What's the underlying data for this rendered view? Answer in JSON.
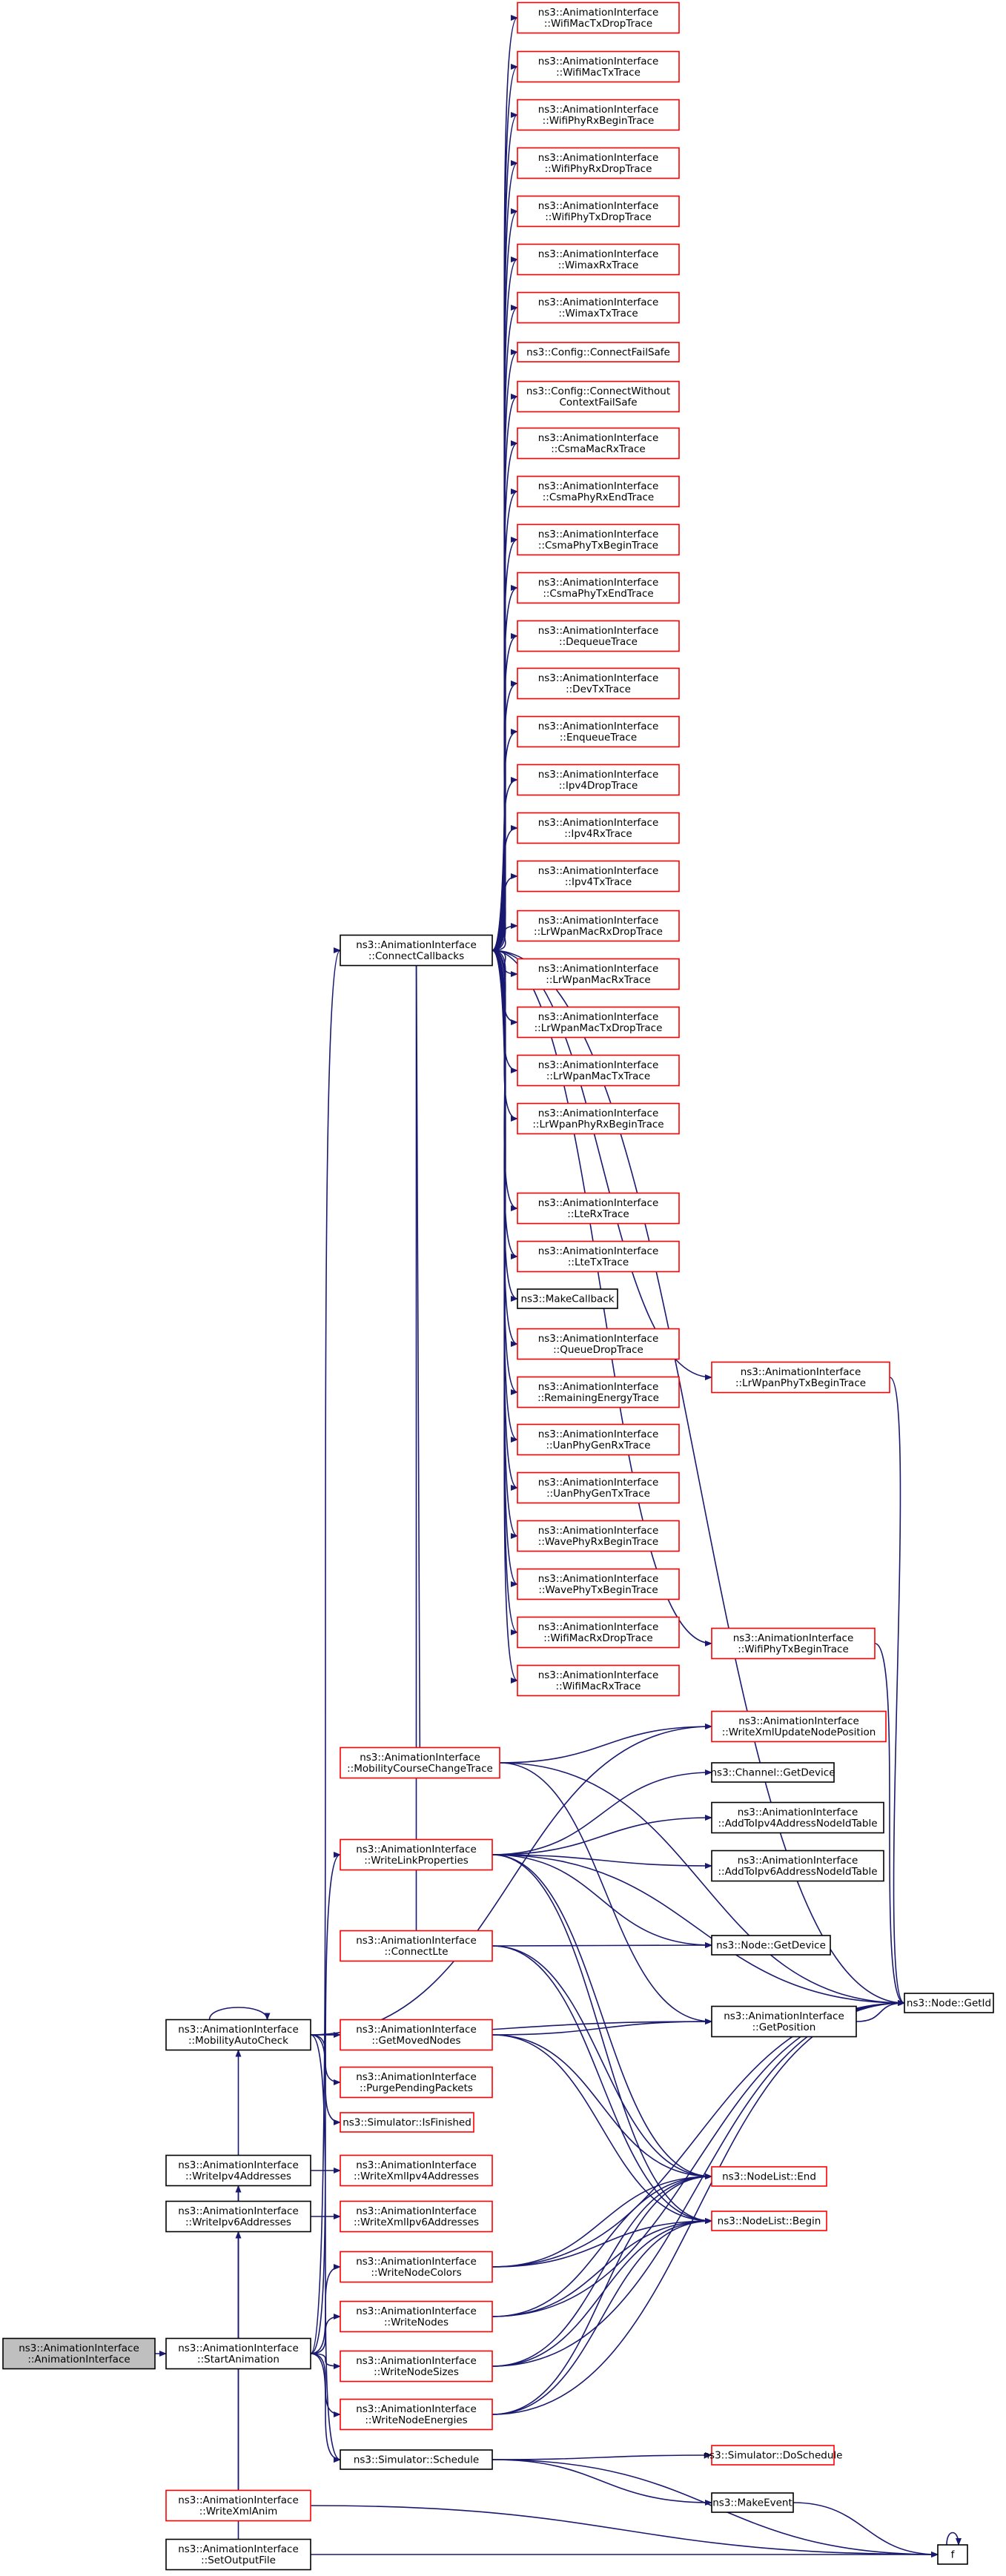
{
  "colors": {
    "edge": "#191970",
    "root_fill": "#bfbfbf",
    "border_red": "#ff0000",
    "border_black": "#000000",
    "node_fill": "#ffffff"
  },
  "diagram": {
    "type": "call-graph",
    "root": "root",
    "nodes": [
      {
        "id": "root",
        "lines": [
          "ns3::AnimationInterface",
          "::AnimationInterface"
        ],
        "style": "root"
      },
      {
        "id": "start",
        "lines": [
          "ns3::AnimationInterface",
          "::StartAnimation"
        ],
        "style": "black"
      },
      {
        "id": "cc",
        "lines": [
          "ns3::AnimationInterface",
          "::ConnectCallbacks"
        ],
        "style": "black"
      },
      {
        "id": "t_wifimactxdrop",
        "lines": [
          "ns3::AnimationInterface",
          "::WifiMacTxDropTrace"
        ],
        "style": "red"
      },
      {
        "id": "t_wifimactx",
        "lines": [
          "ns3::AnimationInterface",
          "::WifiMacTxTrace"
        ],
        "style": "red"
      },
      {
        "id": "t_wifiphyrxbegin",
        "lines": [
          "ns3::AnimationInterface",
          "::WifiPhyRxBeginTrace"
        ],
        "style": "red"
      },
      {
        "id": "t_wifiphyrxdrop",
        "lines": [
          "ns3::AnimationInterface",
          "::WifiPhyRxDropTrace"
        ],
        "style": "red"
      },
      {
        "id": "t_wifiphytxdrop",
        "lines": [
          "ns3::AnimationInterface",
          "::WifiPhyTxDropTrace"
        ],
        "style": "red"
      },
      {
        "id": "t_wimaxrx",
        "lines": [
          "ns3::AnimationInterface",
          "::WimaxRxTrace"
        ],
        "style": "red"
      },
      {
        "id": "t_wimaxtx",
        "lines": [
          "ns3::AnimationInterface",
          "::WimaxTxTrace"
        ],
        "style": "red"
      },
      {
        "id": "t_cfgfailsafe",
        "lines": [
          "ns3::Config::ConnectFailSafe"
        ],
        "style": "red"
      },
      {
        "id": "t_cfgwithout",
        "lines": [
          "ns3::Config::ConnectWithout",
          "ContextFailSafe"
        ],
        "style": "red"
      },
      {
        "id": "t_csmamacrx",
        "lines": [
          "ns3::AnimationInterface",
          "::CsmaMacRxTrace"
        ],
        "style": "red"
      },
      {
        "id": "t_csmaphyrxend",
        "lines": [
          "ns3::AnimationInterface",
          "::CsmaPhyRxEndTrace"
        ],
        "style": "red"
      },
      {
        "id": "t_csmaphytxbegin",
        "lines": [
          "ns3::AnimationInterface",
          "::CsmaPhyTxBeginTrace"
        ],
        "style": "red"
      },
      {
        "id": "t_csmaphytxend",
        "lines": [
          "ns3::AnimationInterface",
          "::CsmaPhyTxEndTrace"
        ],
        "style": "red"
      },
      {
        "id": "t_dequeue",
        "lines": [
          "ns3::AnimationInterface",
          "::DequeueTrace"
        ],
        "style": "red"
      },
      {
        "id": "t_devtx",
        "lines": [
          "ns3::AnimationInterface",
          "::DevTxTrace"
        ],
        "style": "red"
      },
      {
        "id": "t_enqueue",
        "lines": [
          "ns3::AnimationInterface",
          "::EnqueueTrace"
        ],
        "style": "red"
      },
      {
        "id": "t_ipv4drop",
        "lines": [
          "ns3::AnimationInterface",
          "::Ipv4DropTrace"
        ],
        "style": "red"
      },
      {
        "id": "t_ipv4rx",
        "lines": [
          "ns3::AnimationInterface",
          "::Ipv4RxTrace"
        ],
        "style": "red"
      },
      {
        "id": "t_ipv4tx",
        "lines": [
          "ns3::AnimationInterface",
          "::Ipv4TxTrace"
        ],
        "style": "red"
      },
      {
        "id": "t_lrwpanmacrxdrop",
        "lines": [
          "ns3::AnimationInterface",
          "::LrWpanMacRxDropTrace"
        ],
        "style": "red"
      },
      {
        "id": "t_lrwpanmacrx",
        "lines": [
          "ns3::AnimationInterface",
          "::LrWpanMacRxTrace"
        ],
        "style": "red"
      },
      {
        "id": "t_lrwpanmactxdrop",
        "lines": [
          "ns3::AnimationInterface",
          "::LrWpanMacTxDropTrace"
        ],
        "style": "red"
      },
      {
        "id": "t_lrwpanmactx",
        "lines": [
          "ns3::AnimationInterface",
          "::LrWpanMacTxTrace"
        ],
        "style": "red"
      },
      {
        "id": "t_lrwpanphyrxbegin",
        "lines": [
          "ns3::AnimationInterface",
          "::LrWpanPhyRxBeginTrace"
        ],
        "style": "red"
      },
      {
        "id": "t_lterx",
        "lines": [
          "ns3::AnimationInterface",
          "::LteRxTrace"
        ],
        "style": "red"
      },
      {
        "id": "t_ltetx",
        "lines": [
          "ns3::AnimationInterface",
          "::LteTxTrace"
        ],
        "style": "red"
      },
      {
        "id": "t_makecallback",
        "lines": [
          "ns3::MakeCallback"
        ],
        "style": "black"
      },
      {
        "id": "t_queuedrop",
        "lines": [
          "ns3::AnimationInterface",
          "::QueueDropTrace"
        ],
        "style": "red"
      },
      {
        "id": "t_remainingenergy",
        "lines": [
          "ns3::AnimationInterface",
          "::RemainingEnergyTrace"
        ],
        "style": "red"
      },
      {
        "id": "t_uanphygenrx",
        "lines": [
          "ns3::AnimationInterface",
          "::UanPhyGenRxTrace"
        ],
        "style": "red"
      },
      {
        "id": "t_uanphygentx",
        "lines": [
          "ns3::AnimationInterface",
          "::UanPhyGenTxTrace"
        ],
        "style": "red"
      },
      {
        "id": "t_wavephyrxbegin",
        "lines": [
          "ns3::AnimationInterface",
          "::WavePhyRxBeginTrace"
        ],
        "style": "red"
      },
      {
        "id": "t_wavephytxbegin",
        "lines": [
          "ns3::AnimationInterface",
          "::WavePhyTxBeginTrace"
        ],
        "style": "red"
      },
      {
        "id": "t_wifimacrxdrop",
        "lines": [
          "ns3::AnimationInterface",
          "::WifiMacRxDropTrace"
        ],
        "style": "red"
      },
      {
        "id": "t_wifimacrx",
        "lines": [
          "ns3::AnimationInterface",
          "::WifiMacRxTrace"
        ],
        "style": "red"
      },
      {
        "id": "lrwpanphytxbegin",
        "lines": [
          "ns3::AnimationInterface",
          "::LrWpanPhyTxBeginTrace"
        ],
        "style": "red"
      },
      {
        "id": "wifiphytxbegin",
        "lines": [
          "ns3::AnimationInterface",
          "::WifiPhyTxBeginTrace"
        ],
        "style": "red"
      },
      {
        "id": "mobilitycourse",
        "lines": [
          "ns3::AnimationInterface",
          "::MobilityCourseChangeTrace"
        ],
        "style": "red"
      },
      {
        "id": "writexmlupdatenodepos",
        "lines": [
          "ns3::AnimationInterface",
          "::WriteXmlUpdateNodePosition"
        ],
        "style": "red"
      },
      {
        "id": "channelgetdevice",
        "lines": [
          "ns3::Channel::GetDevice"
        ],
        "style": "black"
      },
      {
        "id": "addtoipv4",
        "lines": [
          "ns3::AnimationInterface",
          "::AddToIpv4AddressNodeIdTable"
        ],
        "style": "black"
      },
      {
        "id": "writelinkprops",
        "lines": [
          "ns3::AnimationInterface",
          "::WriteLinkProperties"
        ],
        "style": "red"
      },
      {
        "id": "addtoipv6",
        "lines": [
          "ns3::AnimationInterface",
          "::AddToIpv6AddressNodeIdTable"
        ],
        "style": "black"
      },
      {
        "id": "connectlte",
        "lines": [
          "ns3::AnimationInterface",
          "::ConnectLte"
        ],
        "style": "red"
      },
      {
        "id": "nodegetdevice",
        "lines": [
          "ns3::Node::GetDevice"
        ],
        "style": "black"
      },
      {
        "id": "nodegetid",
        "lines": [
          "ns3::Node::GetId"
        ],
        "style": "black"
      },
      {
        "id": "getposition",
        "lines": [
          "ns3::AnimationInterface",
          "::GetPosition"
        ],
        "style": "black"
      },
      {
        "id": "mobilityautocheck",
        "lines": [
          "ns3::AnimationInterface",
          "::MobilityAutoCheck"
        ],
        "style": "black"
      },
      {
        "id": "getmovednodes",
        "lines": [
          "ns3::AnimationInterface",
          "::GetMovedNodes"
        ],
        "style": "red"
      },
      {
        "id": "purgepending",
        "lines": [
          "ns3::AnimationInterface",
          "::PurgePendingPackets"
        ],
        "style": "red"
      },
      {
        "id": "isfinished",
        "lines": [
          "ns3::Simulator::IsFinished"
        ],
        "style": "red"
      },
      {
        "id": "writeipv4",
        "lines": [
          "ns3::AnimationInterface",
          "::WriteIpv4Addresses"
        ],
        "style": "black"
      },
      {
        "id": "writexmlipv4",
        "lines": [
          "ns3::AnimationInterface",
          "::WriteXmlIpv4Addresses"
        ],
        "style": "red"
      },
      {
        "id": "nodelistend",
        "lines": [
          "ns3::NodeList::End"
        ],
        "style": "red"
      },
      {
        "id": "writeipv6",
        "lines": [
          "ns3::AnimationInterface",
          "::WriteIpv6Addresses"
        ],
        "style": "black"
      },
      {
        "id": "writexmlipv6",
        "lines": [
          "ns3::AnimationInterface",
          "::WriteXmlIpv6Addresses"
        ],
        "style": "red"
      },
      {
        "id": "nodelistbegin",
        "lines": [
          "ns3::NodeList::Begin"
        ],
        "style": "red"
      },
      {
        "id": "writenodecolors",
        "lines": [
          "ns3::AnimationInterface",
          "::WriteNodeColors"
        ],
        "style": "red"
      },
      {
        "id": "writenodes",
        "lines": [
          "ns3::AnimationInterface",
          "::WriteNodes"
        ],
        "style": "red"
      },
      {
        "id": "writenodesizes",
        "lines": [
          "ns3::AnimationInterface",
          "::WriteNodeSizes"
        ],
        "style": "red"
      },
      {
        "id": "writenodeenergies",
        "lines": [
          "ns3::AnimationInterface",
          "::WriteNodeEnergies"
        ],
        "style": "red"
      },
      {
        "id": "doschedule",
        "lines": [
          "ns3::Simulator::DoSchedule"
        ],
        "style": "red"
      },
      {
        "id": "schedule",
        "lines": [
          "ns3::Simulator::Schedule"
        ],
        "style": "black"
      },
      {
        "id": "makeevent",
        "lines": [
          "ns3::MakeEvent"
        ],
        "style": "black"
      },
      {
        "id": "writexmlanim",
        "lines": [
          "ns3::AnimationInterface",
          "::WriteXmlAnim"
        ],
        "style": "red"
      },
      {
        "id": "f",
        "lines": [
          "f"
        ],
        "style": "black"
      },
      {
        "id": "setoutputfile",
        "lines": [
          "ns3::AnimationInterface",
          "::SetOutputFile"
        ],
        "style": "black"
      }
    ],
    "edges": [
      [
        "root",
        "start"
      ],
      [
        "start",
        "cc"
      ],
      [
        "start",
        "mobilityautocheck"
      ],
      [
        "start",
        "writeipv4"
      ],
      [
        "start",
        "writeipv6"
      ],
      [
        "start",
        "writelinkprops"
      ],
      [
        "start",
        "writenodecolors"
      ],
      [
        "start",
        "writenodes"
      ],
      [
        "start",
        "writenodesizes"
      ],
      [
        "start",
        "writenodeenergies"
      ],
      [
        "start",
        "schedule"
      ],
      [
        "start",
        "writexmlanim"
      ],
      [
        "start",
        "setoutputfile"
      ],
      [
        "cc",
        "t_wifimactxdrop"
      ],
      [
        "cc",
        "t_wifimactx"
      ],
      [
        "cc",
        "t_wifiphyrxbegin"
      ],
      [
        "cc",
        "t_wifiphyrxdrop"
      ],
      [
        "cc",
        "t_wifiphytxdrop"
      ],
      [
        "cc",
        "t_wimaxrx"
      ],
      [
        "cc",
        "t_wimaxtx"
      ],
      [
        "cc",
        "t_cfgfailsafe"
      ],
      [
        "cc",
        "t_cfgwithout"
      ],
      [
        "cc",
        "t_csmamacrx"
      ],
      [
        "cc",
        "t_csmaphyrxend"
      ],
      [
        "cc",
        "t_csmaphytxbegin"
      ],
      [
        "cc",
        "t_csmaphytxend"
      ],
      [
        "cc",
        "t_dequeue"
      ],
      [
        "cc",
        "t_devtx"
      ],
      [
        "cc",
        "t_enqueue"
      ],
      [
        "cc",
        "t_ipv4drop"
      ],
      [
        "cc",
        "t_ipv4rx"
      ],
      [
        "cc",
        "t_ipv4tx"
      ],
      [
        "cc",
        "t_lrwpanmacrxdrop"
      ],
      [
        "cc",
        "t_lrwpanmacrx"
      ],
      [
        "cc",
        "t_lrwpanmactxdrop"
      ],
      [
        "cc",
        "t_lrwpanmactx"
      ],
      [
        "cc",
        "t_lrwpanphyrxbegin"
      ],
      [
        "cc",
        "t_lterx"
      ],
      [
        "cc",
        "t_ltetx"
      ],
      [
        "cc",
        "t_makecallback"
      ],
      [
        "cc",
        "t_queuedrop"
      ],
      [
        "cc",
        "t_remainingenergy"
      ],
      [
        "cc",
        "t_uanphygenrx"
      ],
      [
        "cc",
        "t_uanphygentx"
      ],
      [
        "cc",
        "t_wavephyrxbegin"
      ],
      [
        "cc",
        "t_wavephytxbegin"
      ],
      [
        "cc",
        "t_wifimacrxdrop"
      ],
      [
        "cc",
        "t_wifimacrx"
      ],
      [
        "cc",
        "lrwpanphytxbegin"
      ],
      [
        "cc",
        "wifiphytxbegin"
      ],
      [
        "cc",
        "mobilitycourse"
      ],
      [
        "cc",
        "connectlte"
      ],
      [
        "cc",
        "nodegetid"
      ],
      [
        "lrwpanphytxbegin",
        "nodegetid"
      ],
      [
        "wifiphytxbegin",
        "nodegetid"
      ],
      [
        "mobilitycourse",
        "writexmlupdatenodepos"
      ],
      [
        "mobilitycourse",
        "getposition"
      ],
      [
        "mobilitycourse",
        "nodegetid"
      ],
      [
        "writelinkprops",
        "channelgetdevice"
      ],
      [
        "writelinkprops",
        "addtoipv4"
      ],
      [
        "writelinkprops",
        "addtoipv6"
      ],
      [
        "writelinkprops",
        "nodegetdevice"
      ],
      [
        "writelinkprops",
        "nodegetid"
      ],
      [
        "writelinkprops",
        "nodelistend"
      ],
      [
        "writelinkprops",
        "nodelistbegin"
      ],
      [
        "connectlte",
        "nodegetdevice"
      ],
      [
        "connectlte",
        "nodelistend"
      ],
      [
        "connectlte",
        "nodelistbegin"
      ],
      [
        "mobilityautocheck",
        "mobilityautocheck"
      ],
      [
        "mobilityautocheck",
        "getmovednodes"
      ],
      [
        "mobilityautocheck",
        "purgepending"
      ],
      [
        "mobilityautocheck",
        "isfinished"
      ],
      [
        "mobilityautocheck",
        "schedule"
      ],
      [
        "mobilityautocheck",
        "getposition"
      ],
      [
        "mobilityautocheck",
        "writexmlupdatenodepos"
      ],
      [
        "getmovednodes",
        "getposition"
      ],
      [
        "getmovednodes",
        "nodelistend"
      ],
      [
        "getmovednodes",
        "nodelistbegin"
      ],
      [
        "getposition",
        "nodegetid"
      ],
      [
        "writeipv4",
        "writexmlipv4"
      ],
      [
        "writeipv6",
        "writexmlipv6"
      ],
      [
        "writenodecolors",
        "nodelistend"
      ],
      [
        "writenodecolors",
        "nodelistbegin"
      ],
      [
        "writenodecolors",
        "nodegetid"
      ],
      [
        "writenodes",
        "nodelistend"
      ],
      [
        "writenodes",
        "nodelistbegin"
      ],
      [
        "writenodes",
        "nodegetid"
      ],
      [
        "writenodesizes",
        "nodelistend"
      ],
      [
        "writenodesizes",
        "nodelistbegin"
      ],
      [
        "writenodesizes",
        "nodegetid"
      ],
      [
        "writenodeenergies",
        "nodelistend"
      ],
      [
        "writenodeenergies",
        "nodelistbegin"
      ],
      [
        "writenodeenergies",
        "nodegetid"
      ],
      [
        "schedule",
        "doschedule"
      ],
      [
        "schedule",
        "makeevent"
      ],
      [
        "schedule",
        "f"
      ],
      [
        "makeevent",
        "f"
      ],
      [
        "f",
        "f"
      ],
      [
        "writexmlanim",
        "f"
      ],
      [
        "setoutputfile",
        "f"
      ]
    ]
  }
}
